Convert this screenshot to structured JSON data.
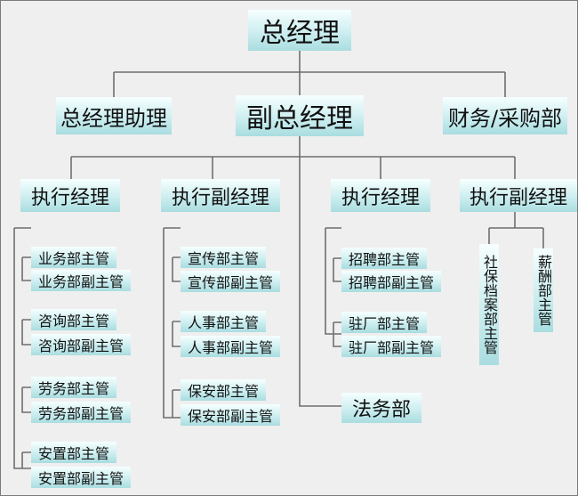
{
  "chart_title": "总经理",
  "level1": {
    "assistant": "总经理助理",
    "deputy": "副总经理",
    "finance": "财务/采购部"
  },
  "exec1": {
    "title": "执行经理",
    "items": [
      "业务部主管",
      "业务部副主管",
      "咨询部主管",
      "咨询部副主管",
      "劳务部主管",
      "劳务部副主管",
      "安置部主管",
      "安置部副主管"
    ]
  },
  "exec2": {
    "title": "执行副经理",
    "items": [
      "宣传部主管",
      "宣传部副主管",
      "人事部主管",
      "人事部副主管",
      "保安部主管",
      "保安部副主管"
    ]
  },
  "exec3": {
    "title": "执行经理",
    "items": [
      "招聘部主管",
      "招聘部副主管",
      "驻厂部主管",
      "驻厂部副主管"
    ]
  },
  "exec4": {
    "title": "执行副经理",
    "items": [
      "社保档案部主管",
      "薪酬部主管"
    ]
  },
  "legal": "法务部",
  "colors": {
    "box_top": "#f6ffff",
    "box_bottom": "#a9dde0",
    "line": "#6e6e6e",
    "background": "#efefef"
  }
}
